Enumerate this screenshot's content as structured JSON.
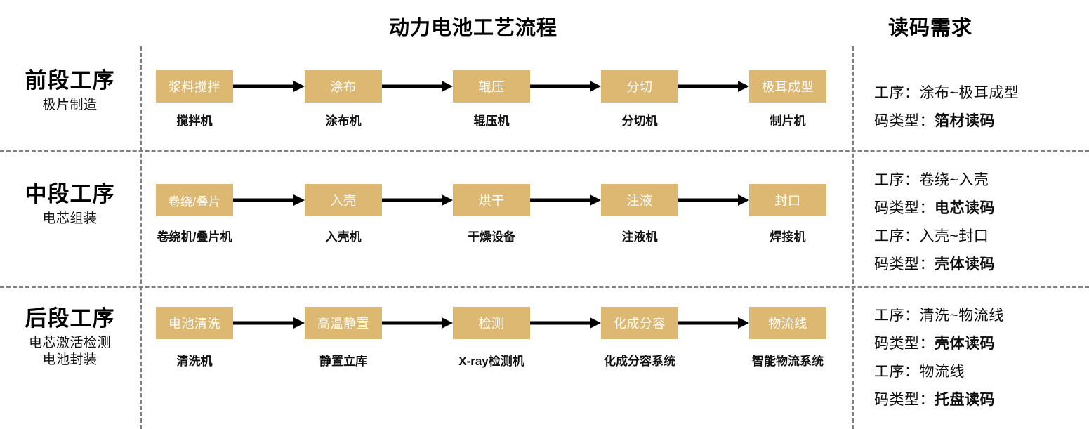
{
  "titles": {
    "flow": "动力电池工艺流程",
    "requirement": "读码需求"
  },
  "colors": {
    "box_fill": "#ddb872",
    "box_text": "#ffffff",
    "divider": "#808080",
    "text": "#0d0d0d"
  },
  "stages": [
    {
      "name": "前段工序",
      "subtitle": "极片制造",
      "steps": [
        {
          "label": "浆料搅拌",
          "equipment": "搅拌机"
        },
        {
          "label": "涂布",
          "equipment": "涂布机"
        },
        {
          "label": "辊压",
          "equipment": "辊压机"
        },
        {
          "label": "分切",
          "equipment": "分切机"
        },
        {
          "label": "极耳成型",
          "equipment": "制片机"
        }
      ],
      "requirements": [
        {
          "prefix": "工序：",
          "value": "涂布~极耳成型",
          "bold": false
        },
        {
          "prefix": "码类型：",
          "value": "箔材读码",
          "bold": true
        }
      ]
    },
    {
      "name": "中段工序",
      "subtitle": "电芯组装",
      "steps": [
        {
          "label": "卷绕/叠片",
          "equipment": "卷绕机/叠片机"
        },
        {
          "label": "入壳",
          "equipment": "入壳机"
        },
        {
          "label": "烘干",
          "equipment": "干燥设备"
        },
        {
          "label": "注液",
          "equipment": "注液机"
        },
        {
          "label": "封口",
          "equipment": "焊接机"
        }
      ],
      "requirements": [
        {
          "prefix": "工序：",
          "value": "卷绕~入壳",
          "bold": false
        },
        {
          "prefix": "码类型：",
          "value": "电芯读码",
          "bold": true
        },
        {
          "prefix": "工序：",
          "value": "入壳~封口",
          "bold": false
        },
        {
          "prefix": "码类型：",
          "value": "壳体读码",
          "bold": true
        }
      ]
    },
    {
      "name": "后段工序",
      "subtitle": "电芯激活检测\n电池封装",
      "subtitle_line1": "电芯激活检测",
      "subtitle_line2": "电池封装",
      "steps": [
        {
          "label": "电池清洗",
          "equipment": "清洗机"
        },
        {
          "label": "高温静置",
          "equipment": "静置立库"
        },
        {
          "label": "检测",
          "equipment": "X-ray检测机"
        },
        {
          "label": "化成分容",
          "equipment": "化成分容系统"
        },
        {
          "label": "物流线",
          "equipment": "智能物流系统"
        }
      ],
      "requirements": [
        {
          "prefix": "工序：",
          "value": "清洗~物流线",
          "bold": false
        },
        {
          "prefix": "码类型：",
          "value": "壳体读码",
          "bold": true
        },
        {
          "prefix": "工序：",
          "value": "物流线",
          "bold": false
        },
        {
          "prefix": "码类型：",
          "value": "托盘读码",
          "bold": true
        }
      ]
    }
  ]
}
